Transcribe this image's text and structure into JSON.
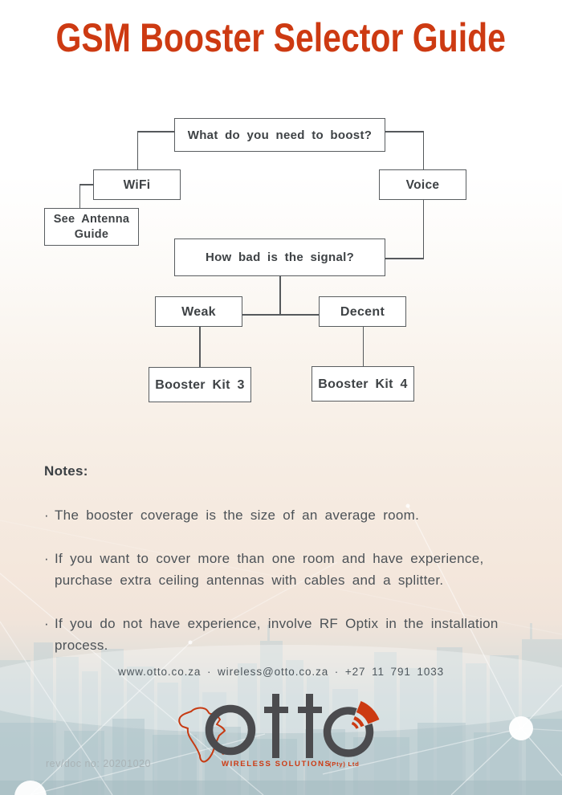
{
  "page": {
    "title": "GSM Booster Selector Guide"
  },
  "flowchart": {
    "question_boost": "What do you need to boost?",
    "wifi": "WiFi",
    "voice": "Voice",
    "antenna_line1": "See Antenna",
    "antenna_line2": "Guide",
    "question_signal": "How bad is the signal?",
    "weak": "Weak",
    "decent": "Decent",
    "kit3": "Booster Kit 3",
    "kit4": "Booster Kit 4"
  },
  "notes": {
    "heading": "Notes:",
    "bullet": "·",
    "items": [
      {
        "lines": [
          "The booster coverage is the size of an average room."
        ]
      },
      {
        "lines": [
          "If you want to cover more than one room and have experience,",
          "purchase extra ceiling antennas with cables and a splitter."
        ]
      },
      {
        "lines": [
          "If you do not have experience, involve RF Optix in the installation",
          "process."
        ]
      }
    ]
  },
  "footer": {
    "contact": "www.otto.co.za · wireless@otto.co.za · +27 11 791 1033",
    "rev_doc": "rev/doc no: 20201020"
  },
  "logo": {
    "word": "otto",
    "subtitle": "WIRELESS SOLUTIONS",
    "suffix": "(Pty) Ltd"
  },
  "colors": {
    "accent_red": "#cd3a12",
    "logo_gray": "#4b4b4e",
    "box_border": "#595d60",
    "box_text": "#3e4245",
    "body_text": "#4c5257",
    "skyline": "#b7cdd3"
  }
}
